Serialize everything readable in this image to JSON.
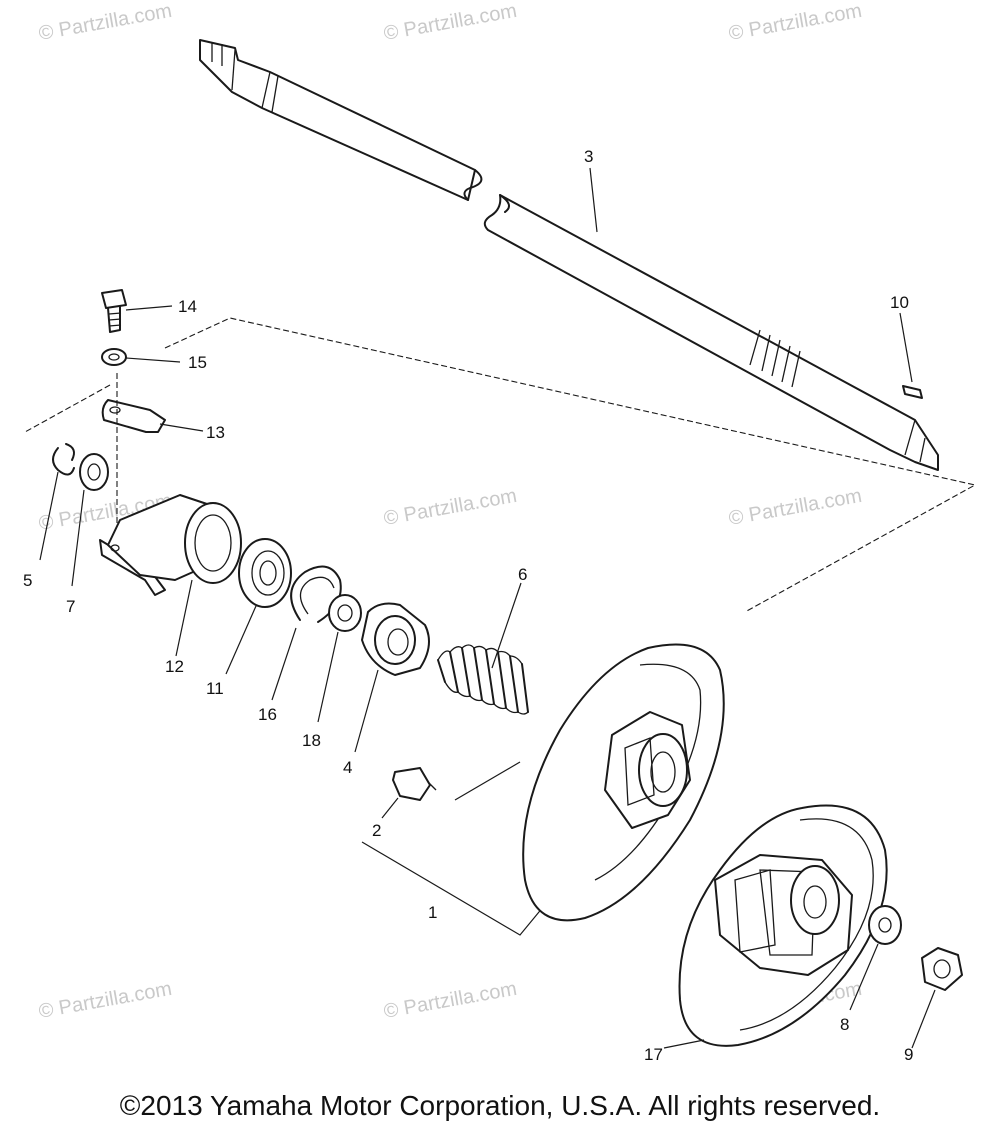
{
  "watermark_text": "© Partzilla.com",
  "copyright": "©2013 Yamaha Motor Corporation, U.S.A. All rights reserved.",
  "callouts": [
    "1",
    "2",
    "3",
    "4",
    "5",
    "6",
    "7",
    "8",
    "9",
    "10",
    "11",
    "12",
    "13",
    "14",
    "15",
    "16",
    "17",
    "18"
  ],
  "link_color": "#1a1a1a"
}
